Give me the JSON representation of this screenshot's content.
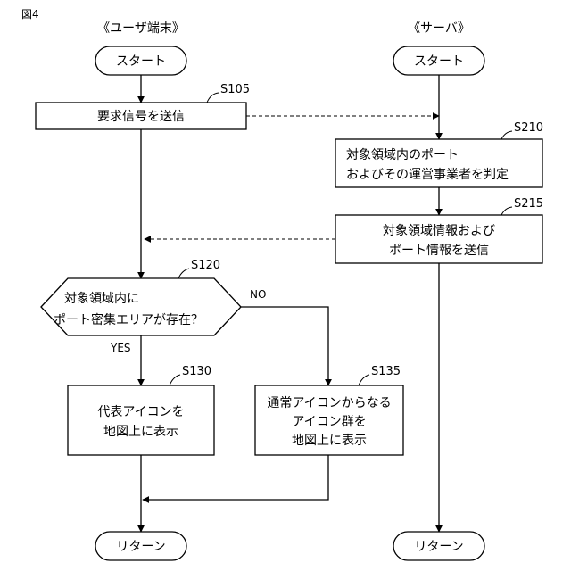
{
  "figure_label": "図4",
  "columns": {
    "terminal": "《ユーザ端末》",
    "server": "《サーバ》"
  },
  "nodes": {
    "start_terminal": "スタート",
    "start_server": "スタート",
    "s105": [
      "要求信号を送信"
    ],
    "s210": [
      "対象領域内のポート",
      "およびその運営事業者を判定"
    ],
    "s215": [
      "対象領域情報および",
      "ポート情報を送信"
    ],
    "s120": [
      "対象領域内に",
      "ポート密集エリアが存在？"
    ],
    "s130": [
      "代表アイコンを",
      "地図上に表示"
    ],
    "s135": [
      "通常アイコンからなる",
      "アイコン群を",
      "地図上に表示"
    ],
    "return_terminal": "リターン",
    "return_server": "リターン"
  },
  "step_labels": {
    "s105": "S105",
    "s210": "S210",
    "s215": "S215",
    "s120": "S120",
    "s130": "S130",
    "s135": "S135"
  },
  "branches": {
    "yes": "YES",
    "no": "NO"
  }
}
